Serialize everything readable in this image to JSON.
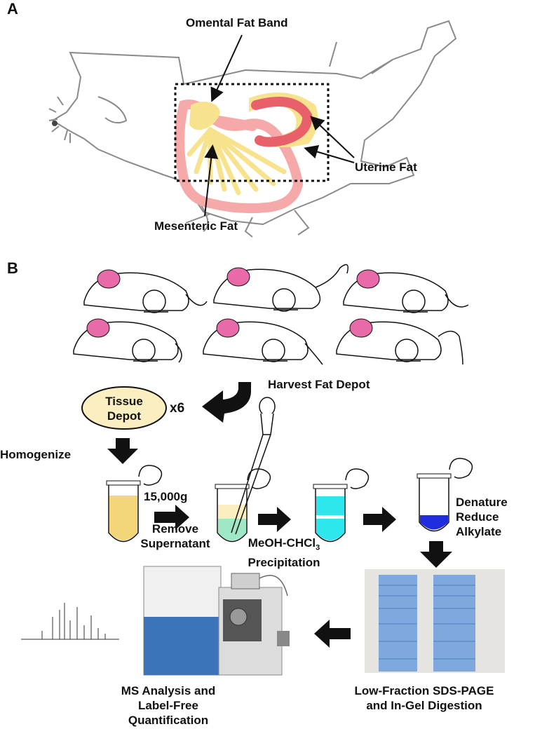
{
  "panel_a": {
    "letter": "A",
    "labels": {
      "omental": "Omental Fat Band",
      "uterine": "Uterine Fat",
      "mesenteric": "Mesenteric Fat"
    }
  },
  "panel_b": {
    "letter": "B",
    "harvest": "Harvest Fat Depot",
    "tissue_line1": "Tissue",
    "tissue_line2": "Depot",
    "multiplier": "x6",
    "homogenize": "Homogenize",
    "speed": "15,000g",
    "remove_line1": "Remove",
    "remove_line2": "Supernatant",
    "meoh": "MeOH-CHCl",
    "meoh_sub": "3",
    "precipitation": "Precipitation",
    "denature": "Denature",
    "reduce": "Reduce",
    "alkylate": "Alkylate",
    "ms_line1": "MS Analysis and",
    "ms_line2": "Label-Free",
    "ms_line3": "Quantification",
    "gel_line1": "Low-Fraction SDS-PAGE",
    "gel_line2": "and In-Gel Digestion"
  },
  "colors": {
    "fat_yellow": "#f7e38e",
    "fat_pink": "#f5a9a9",
    "uterus_red": "#e8606a",
    "mouse_ear": "#e86aa8",
    "tissue_oval": "#fbeec0",
    "tube_yellow": "#f3d57a",
    "tube_cyan": "#2ee6ee",
    "tube_blue": "#1f2bdc",
    "gel_blue": "#7ea8de"
  }
}
